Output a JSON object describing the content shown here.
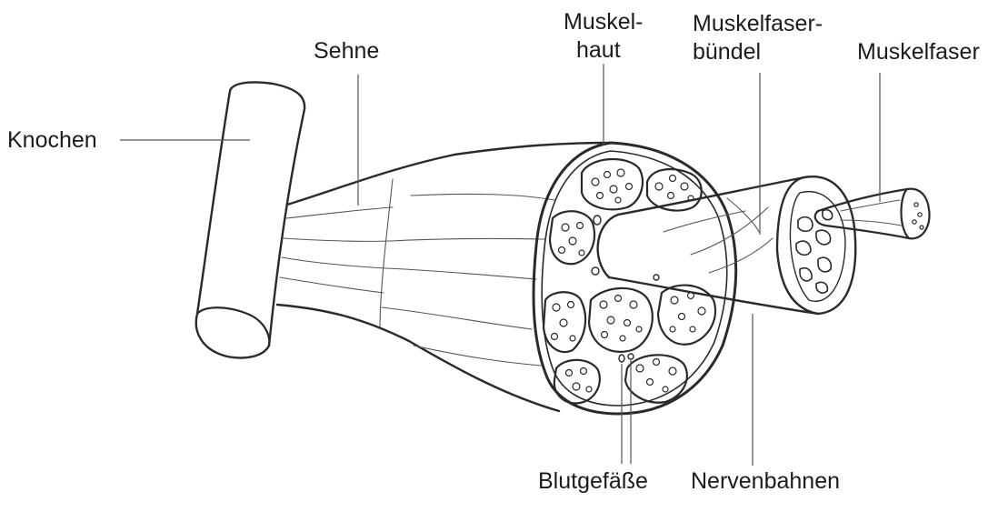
{
  "labels": {
    "knochen": "Knochen",
    "sehne": "Sehne",
    "muskelhaut_line1": "Muskel-",
    "muskelhaut_line2": "haut",
    "buendel_line1": "Muskelfaser-",
    "buendel_line2": "bündel",
    "muskelfaser": "Muskelfaser",
    "blutgefaesse": "Blutgefäße",
    "nervenbahnen": "Nervenbahnen"
  }
}
